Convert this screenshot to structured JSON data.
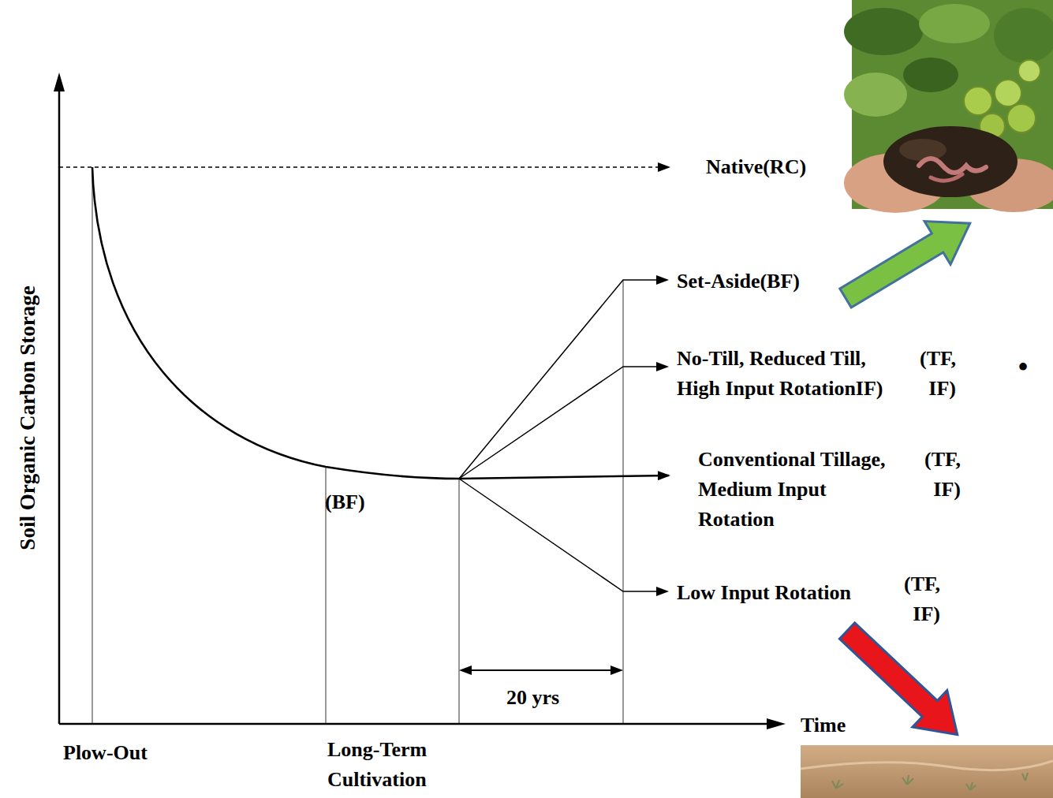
{
  "diagram": {
    "labels": [
      "Soil Organic Carbon Storage",
      "Native(RC)",
      "Set-Aside(BF)",
      "No-Till, Reduced Till, High Input RotationIF)",
      "(TF, IF)",
      "Conventional Tillage, Medium Input Rotation",
      "(TF, IF)",
      "Low Input Rotation",
      "(TF, IF)",
      "(BF)",
      "20 yrs",
      "Time",
      "Plow-Out",
      "Long-Term Cultivation",
      "•"
    ]
  }
}
